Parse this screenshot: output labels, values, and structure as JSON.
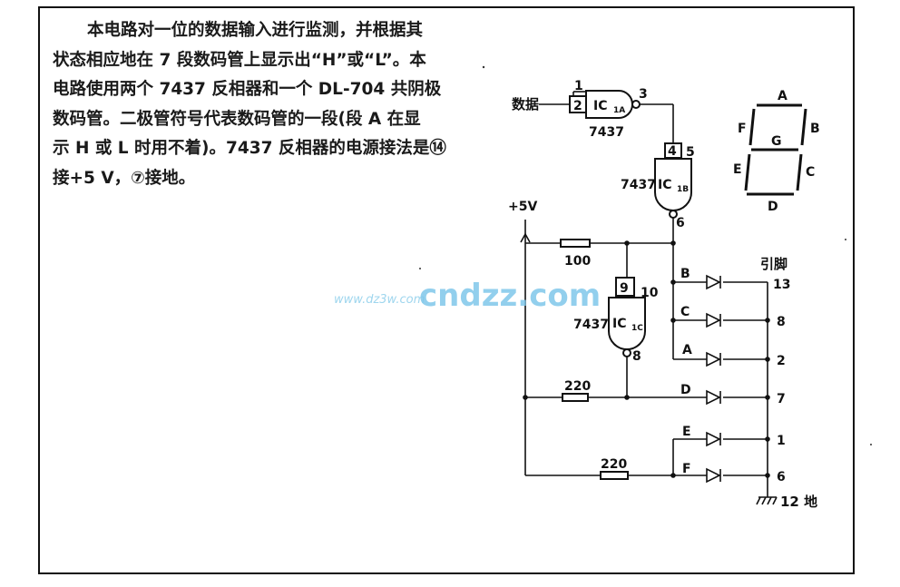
{
  "description": {
    "lines": [
      "本电路对一位的数据输入进行监测，并根据其",
      "状态相应地在 7 段数码管上显示出“H”或“L”。本",
      "电路使用两个 7437 反相器和一个 DL-704 共阴极",
      "数码管。二极管符号代表数码管的一段(段 A 在显",
      "示 H 或 L 时用不着)。7437 反相器的电源接法是⑭",
      "接+5 V，⑦接地。"
    ]
  },
  "circuit": {
    "input_label": "数据",
    "supply_label": "+5V",
    "gates": [
      {
        "id": "ic1a",
        "name_main": "IC",
        "name_sub": "1A",
        "type": "7437",
        "pin_a": "1",
        "pin_b": "2",
        "pin_out": "3"
      },
      {
        "id": "ic1b",
        "name_main": "IC",
        "name_sub": "1B",
        "type": "7437",
        "pin_a": "4",
        "pin_b": "5",
        "pin_out": "6"
      },
      {
        "id": "ic1c",
        "name_main": "IC",
        "name_sub": "1C",
        "type": "7437",
        "pin_a": "9",
        "pin_b": "10",
        "pin_out": "8"
      }
    ],
    "resistors": [
      "100",
      "220",
      "220"
    ],
    "segment_labels": [
      "B",
      "C",
      "A",
      "D",
      "E",
      "F"
    ],
    "pins_header": "引脚",
    "pins": [
      "13",
      "8",
      "2",
      "7",
      "1",
      "6"
    ],
    "ground_label": "12 地"
  },
  "display_diagram": {
    "segments": [
      "A",
      "B",
      "C",
      "D",
      "E",
      "F",
      "G"
    ]
  },
  "watermark": {
    "small": "www.dz3w.com",
    "large": "cndzz.com"
  }
}
